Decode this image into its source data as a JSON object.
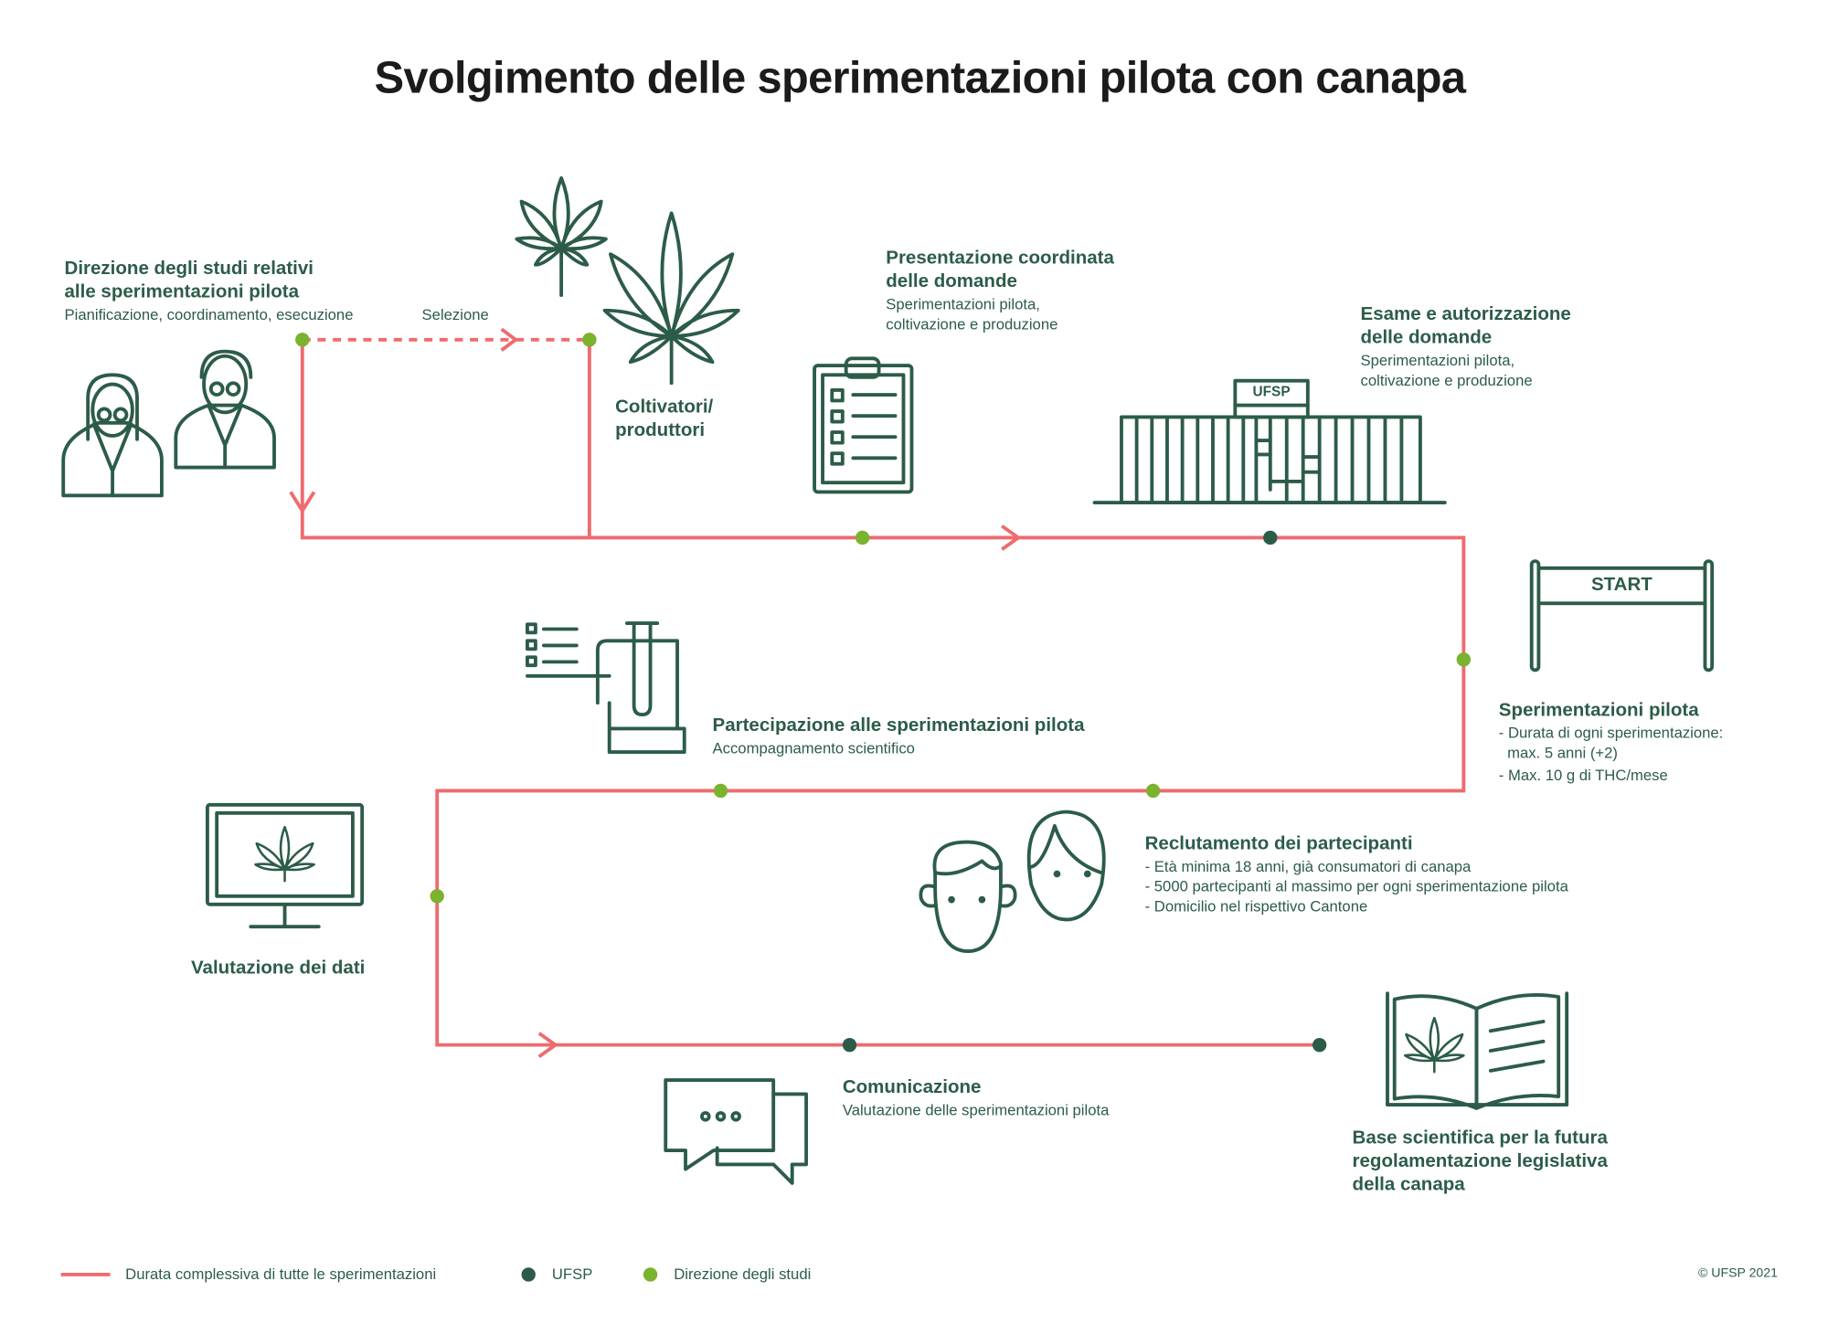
{
  "title": "Svolgimento delle sperimentazioni pilota con canapa",
  "colors": {
    "line": "#ee6b6e",
    "ufsp": "#2c5c48",
    "direzione": "#7ab32e",
    "text": "#2c5c48"
  },
  "steps": {
    "direzione": {
      "title_1": "Direzione degli studi relativi",
      "title_2": "alle sperimentazioni pilota",
      "sub": "Pianificazione, coordinamento, esecuzione"
    },
    "selezione": "Selezione",
    "coltivatori": {
      "line_1": "Coltivatori/",
      "line_2": "produttori"
    },
    "presentazione": {
      "title_1": "Presentazione coordinata",
      "title_2": "delle domande",
      "sub_1": "Sperimentazioni pilota,",
      "sub_2": "coltivazione e produzione"
    },
    "esame": {
      "title_1": "Esame e autorizzazione",
      "title_2": "delle domande",
      "sub_1": "Sperimentazioni pilota,",
      "sub_2": "coltivazione e produzione",
      "building_label": "UFSP"
    },
    "start": {
      "sign": "START",
      "title": "Sperimentazioni pilota",
      "items": [
        "- Durata di ogni sperimentazione:",
        "  max. 5 anni (+2)",
        "- Max. 10 g di THC/mese"
      ]
    },
    "partecipazione": {
      "title": "Partecipazione alle sperimentazioni pilota",
      "sub": "Accompagnamento scientifico"
    },
    "reclutamento": {
      "title": "Reclutamento dei partecipanti",
      "items": [
        "- Età minima 18 anni, già consumatori di canapa",
        "- 5000 partecipanti al massimo per ogni sperimentazione pilota",
        "- Domicilio nel rispettivo Cantone"
      ]
    },
    "valutazione": "Valutazione dei dati",
    "comunicazione": {
      "title": "Comunicazione",
      "sub": "Valutazione delle sperimentazioni pilota"
    },
    "base": {
      "line_1": "Base scientifica per la futura",
      "line_2": "regolamentazione legislativa",
      "line_3": "della canapa"
    }
  },
  "legend": {
    "line": "Durata complessiva di tutte le sperimentazioni",
    "ufsp": "UFSP",
    "direzione": "Direzione degli studi"
  },
  "copyright": "© UFSP 2021"
}
